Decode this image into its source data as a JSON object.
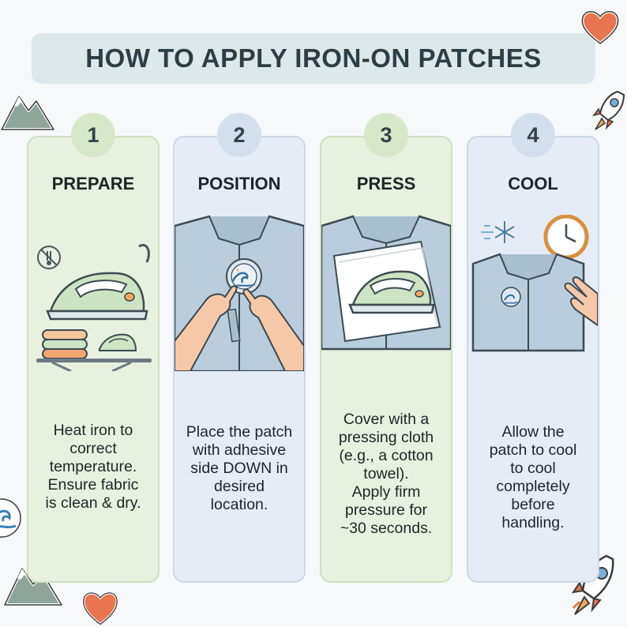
{
  "title": "HOW TO APPLY IRON-ON PATCHES",
  "steps": [
    {
      "number": "1",
      "heading": "PREPARE",
      "lines": [
        "Heat iron to",
        "correct",
        "temperature.",
        "Ensure fabric",
        "is clean & dry."
      ]
    },
    {
      "number": "2",
      "heading": "POSITION",
      "lines": [
        "Place the patch",
        "with adhesive",
        "side DOWN in",
        "desired",
        "location."
      ]
    },
    {
      "number": "3",
      "heading": "PRESS",
      "lines": [
        "Cover with a",
        "pressing cloth",
        "(e.g., a cotton",
        "towel).",
        "Apply firm",
        "pressure for",
        "~30 seconds."
      ]
    },
    {
      "number": "4",
      "heading": "COOL",
      "lines": [
        "Allow the",
        "patch to cool",
        "to cool",
        "completely",
        "before",
        "handling."
      ]
    }
  ],
  "icons": {
    "step1": [
      "no-steam-icon",
      "steam-iron-icon",
      "folded-towels-icon",
      "ironing-board-icon"
    ],
    "step2": [
      "jacket-icon",
      "hands-icon",
      "wave-patch-icon"
    ],
    "step3": [
      "jacket-icon",
      "pressing-cloth-icon",
      "iron-icon"
    ],
    "step4": [
      "snowflake-icon",
      "clock-icon",
      "jacket-icon",
      "hand-icon"
    ],
    "decorations": [
      "heart-sticker-icon",
      "rocket-sticker-icon",
      "mountain-sticker-icon",
      "wave-sticker-icon"
    ]
  },
  "colors": {
    "green_card": "#e8f1df",
    "blue_card": "#e6ecf5",
    "title_bar": "#dde8ea",
    "accent_orange": "#e8754f"
  }
}
